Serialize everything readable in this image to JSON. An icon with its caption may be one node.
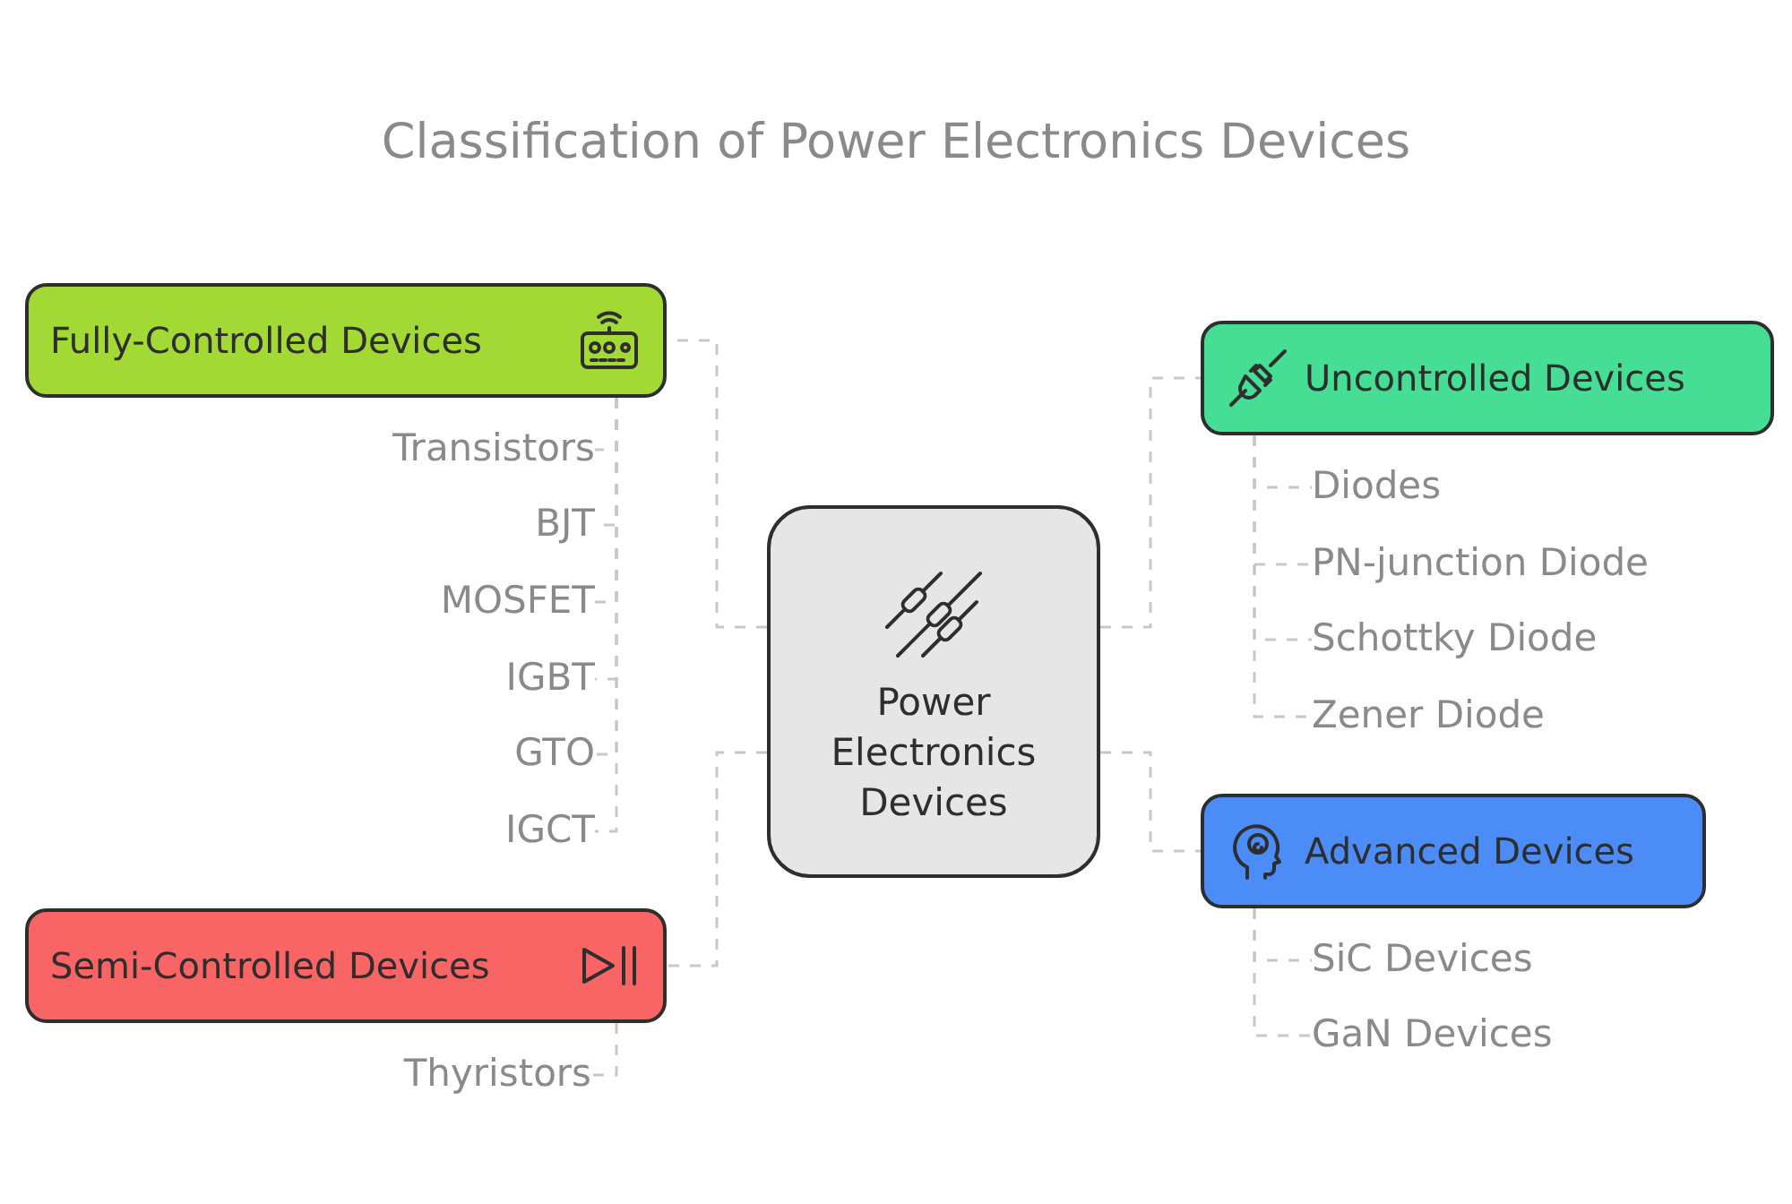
{
  "diagram": {
    "title": "Classification of Power Electronics Devices",
    "nodes": [
      {
        "text": [
          "Power Electronics Devices"
        ]
      },
      {
        "text": [
          "Fully-Controlled Devices"
        ]
      },
      {
        "text": [
          "Transistors"
        ]
      },
      {
        "text": [
          "BJT"
        ]
      },
      {
        "text": [
          "MOSFET"
        ]
      },
      {
        "text": [
          "IGBT"
        ]
      },
      {
        "text": [
          "GTO"
        ]
      },
      {
        "text": [
          "IGCT"
        ]
      },
      {
        "text": [
          "Semi-Controlled Devices"
        ]
      },
      {
        "text": [
          "Thyristors"
        ]
      },
      {
        "text": [
          "Uncontrolled Devices"
        ]
      },
      {
        "text": [
          "Diodes"
        ]
      },
      {
        "text": [
          "PN-junction Diode"
        ]
      },
      {
        "text": [
          "Schottky Diode"
        ]
      },
      {
        "text": [
          "Zener Diode"
        ]
      },
      {
        "text": [
          "Advanced Devices"
        ]
      },
      {
        "text": [
          "SiC Devices"
        ]
      },
      {
        "text": [
          "GaN Devices"
        ]
      }
    ],
    "edges": [
      {
        "from": 0,
        "to": 1,
        "arrow": "none",
        "style": "dashed"
      },
      {
        "from": 1,
        "to": 2,
        "arrow": "none",
        "style": "dashed"
      },
      {
        "from": 1,
        "to": 3,
        "arrow": "none",
        "style": "dashed"
      },
      {
        "from": 1,
        "to": 4,
        "arrow": "none",
        "style": "dashed"
      },
      {
        "from": 1,
        "to": 5,
        "arrow": "none",
        "style": "dashed"
      },
      {
        "from": 1,
        "to": 6,
        "arrow": "none",
        "style": "dashed"
      },
      {
        "from": 1,
        "to": 7,
        "arrow": "none",
        "style": "dashed"
      },
      {
        "from": 0,
        "to": 8,
        "arrow": "none",
        "style": "dashed"
      },
      {
        "from": 8,
        "to": 9,
        "arrow": "none",
        "style": "dashed"
      },
      {
        "from": 0,
        "to": 10,
        "arrow": "none",
        "style": "dashed"
      },
      {
        "from": 10,
        "to": 11,
        "arrow": "none",
        "style": "dashed"
      },
      {
        "from": 10,
        "to": 12,
        "arrow": "none",
        "style": "dashed"
      },
      {
        "from": 10,
        "to": 13,
        "arrow": "none",
        "style": "dashed"
      },
      {
        "from": 10,
        "to": 14,
        "arrow": "none",
        "style": "dashed"
      },
      {
        "from": 0,
        "to": 15,
        "arrow": "none",
        "style": "dashed"
      },
      {
        "from": 15,
        "to": 16,
        "arrow": "none",
        "style": "dashed"
      },
      {
        "from": 15,
        "to": 17,
        "arrow": "none",
        "style": "dashed"
      }
    ]
  }
}
